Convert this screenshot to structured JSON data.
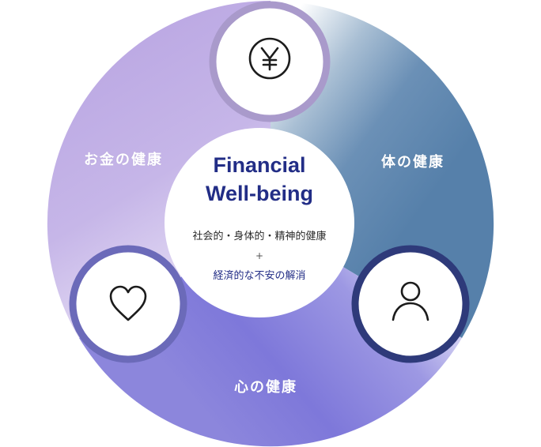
{
  "center": {
    "title_line1": "Financial",
    "title_line2": "Well-being",
    "subtitle_line1": "社会的・身体的・精神的健康",
    "plus": "+",
    "subtitle_line2": "経済的な不安の解消"
  },
  "segments": {
    "money": {
      "label": "お金の健康",
      "icon": "yen-icon"
    },
    "body": {
      "label": "体の健康",
      "icon": "person-icon"
    },
    "mind": {
      "label": "心の健康",
      "icon": "heart-icon"
    }
  },
  "colors": {
    "lavender": "#bfaee3",
    "steel_blue": "#5d86ad",
    "violet": "#7d79d9",
    "ring_money": "#a99acb",
    "ring_body": "#2e3a7a",
    "ring_mind": "#6b6ab9",
    "title": "#222d86"
  }
}
